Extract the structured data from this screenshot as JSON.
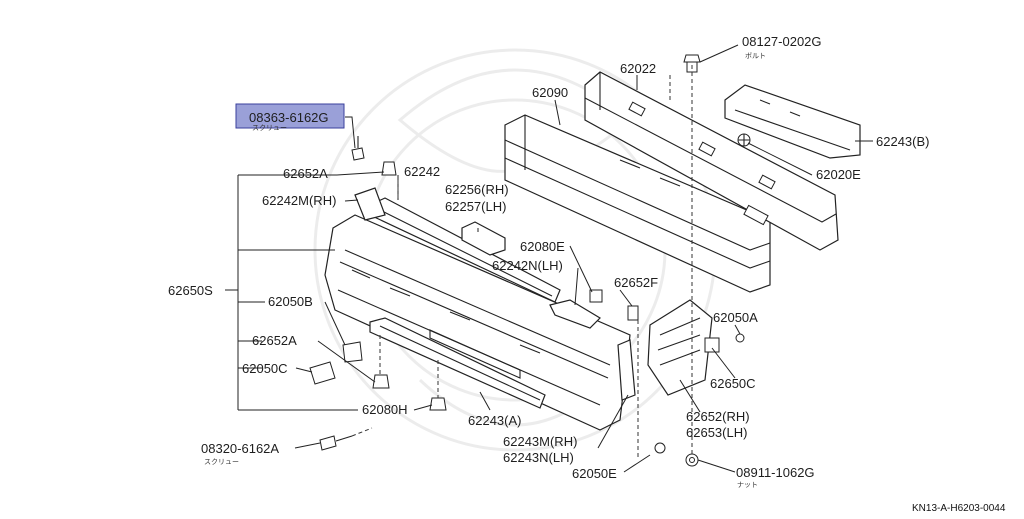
{
  "diagram": {
    "highlight_color": "#9aa0d8",
    "line_color": "#222222",
    "labels": {
      "p08127": "08127-0202G",
      "p08127_sub": "ボルト",
      "p62022": "62022",
      "p62090": "62090",
      "p08363": "08363-6162G",
      "p08363_sub": "スクリュー",
      "p62243b": "62243(B)",
      "p62652a_top": "62652A",
      "p62242": "62242",
      "p62020e": "62020E",
      "p62242m": "62242M(RH)",
      "p62256": "62256(RH)",
      "p62257": "62257(LH)",
      "p62080e": "62080E",
      "p62242n": "62242N(LH)",
      "p62650s": "62650S",
      "p62652f": "62652F",
      "p62050b": "62050B",
      "p62050a": "62050A",
      "p62652a_mid": "62652A",
      "p62050c": "62050C",
      "p62650c": "62650C",
      "p62080h": "62080H",
      "p62243a": "62243(A)",
      "p62652rh": "62652(RH)",
      "p62653lh": "62653(LH)",
      "p62243m": "62243M(RH)",
      "p62243n": "62243N(LH)",
      "p08320": "08320-6162A",
      "p08320_sub": "スクリュー",
      "p62050e": "62050E",
      "p08911": "08911-1062G",
      "p08911_sub": "ナット",
      "code": "KN13-A-H6203-0044"
    }
  }
}
